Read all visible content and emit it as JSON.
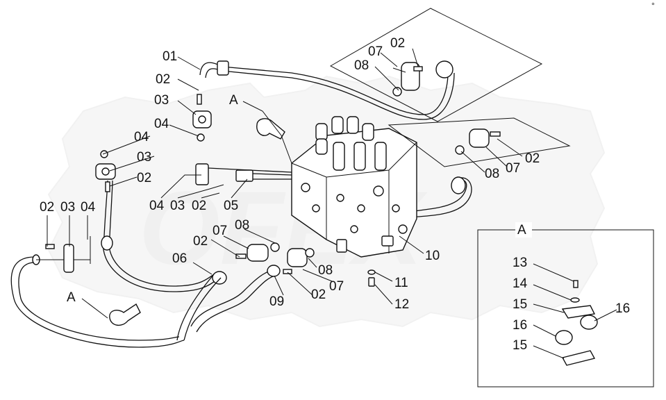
{
  "labels": {
    "l01": "01",
    "l02": "02",
    "l03": "03",
    "l04": "04",
    "l05": "05",
    "l06": "06",
    "l07": "07",
    "l08": "08",
    "l09": "09",
    "l10": "10",
    "l11": "11",
    "l12": "12",
    "l13": "13",
    "l14": "14",
    "l15": "15",
    "l16": "16",
    "detail": "A"
  },
  "watermark_text": "OFEX",
  "corner_mark": "°"
}
